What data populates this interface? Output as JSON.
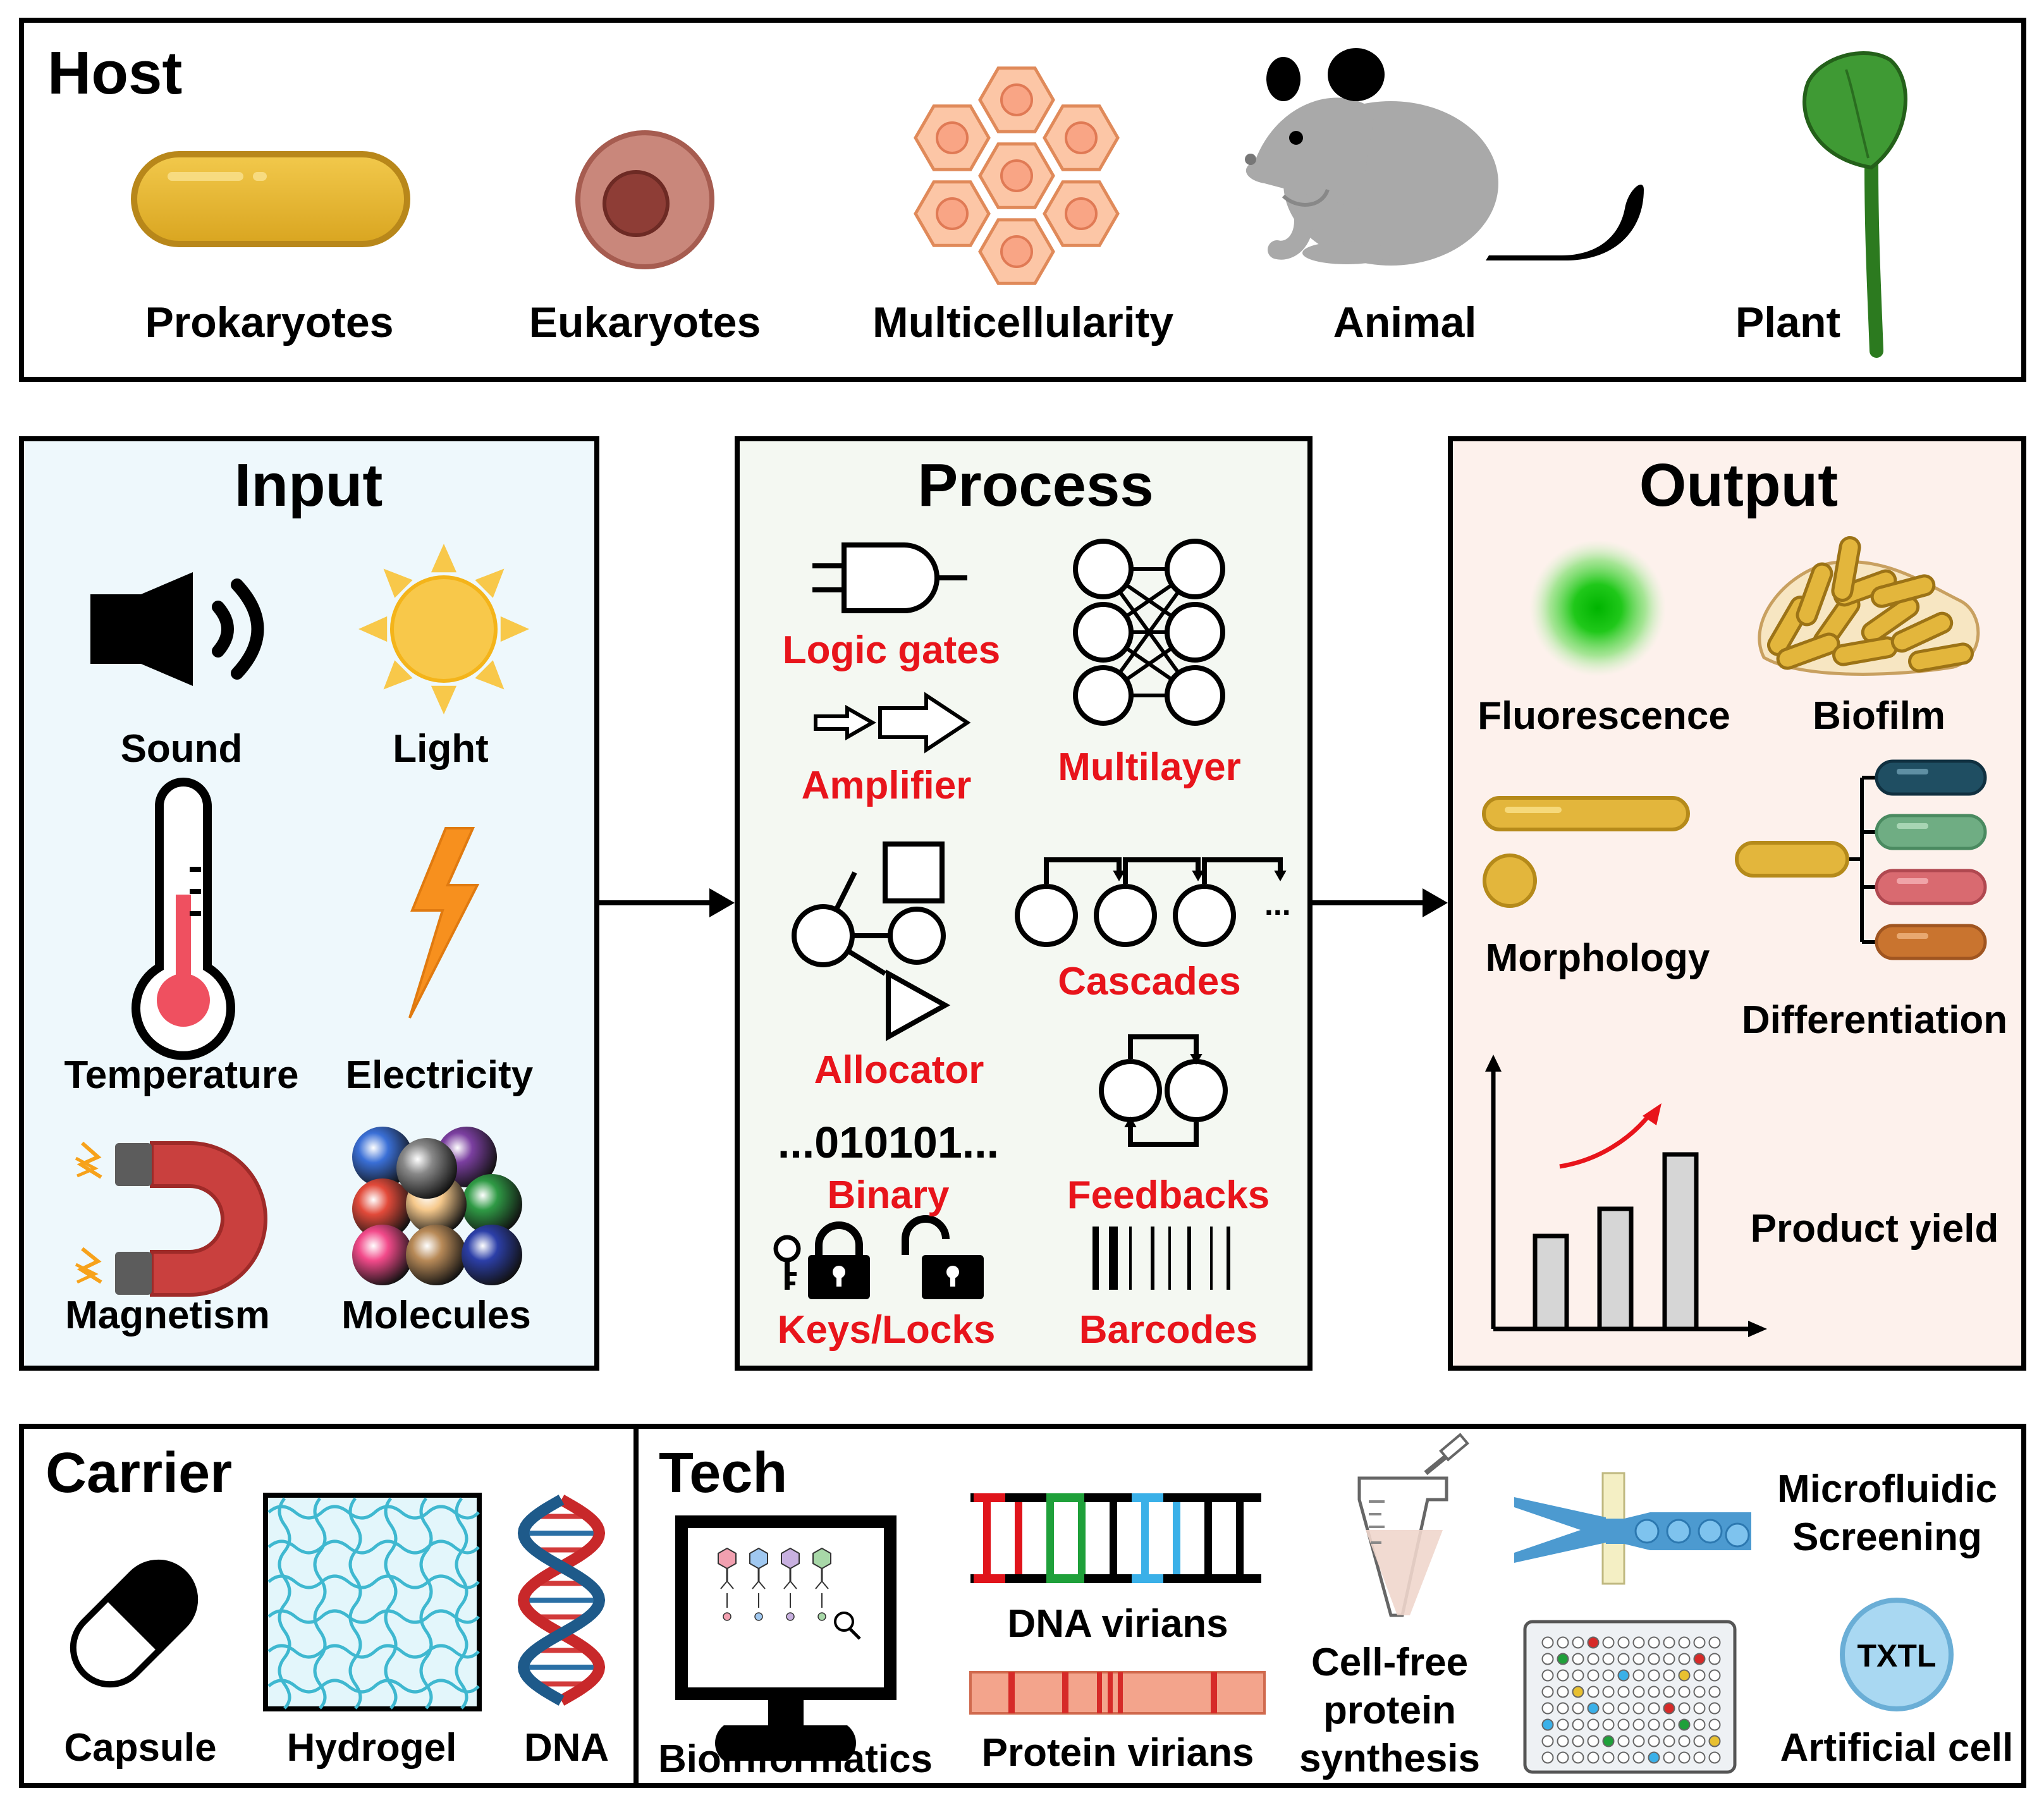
{
  "host": {
    "title": "Host",
    "items": [
      "Prokaryotes",
      "Eukaryotes",
      "Multicellularity",
      "Animal",
      "Plant"
    ]
  },
  "input": {
    "title": "Input",
    "items": [
      "Sound",
      "Light",
      "Temperature",
      "Electricity",
      "Magnetism",
      "Molecules"
    ]
  },
  "process": {
    "title": "Process",
    "items": [
      "Logic gates",
      "Multilayer",
      "Amplifier",
      "Cascades",
      "Allocator",
      "Binary",
      "Feedbacks",
      "Keys/Locks",
      "Barcodes"
    ],
    "binary_text": "...010101...",
    "ellipsis": "..."
  },
  "output": {
    "title": "Output",
    "items": [
      "Fluorescence",
      "Biofilm",
      "Morphology",
      "Differentiation",
      "Product yield"
    ]
  },
  "carrier": {
    "title": "Carrier",
    "items": [
      "Capsule",
      "Hydrogel",
      "DNA"
    ]
  },
  "tech": {
    "title": "Tech",
    "items": [
      "Bioinformatics",
      "DNA virians",
      "Protein virians",
      "Cell-free\nprotein\nsynthesis",
      "Microfluidic\nScreening",
      "Artificial cell"
    ],
    "txtl": "TXTL"
  },
  "colors": {
    "input_bg": "#eef8fc",
    "process_bg": "#f4f8f2",
    "output_bg": "#fdf1ec",
    "accent_red": "#e8141b",
    "gold": "#e3b63c"
  }
}
